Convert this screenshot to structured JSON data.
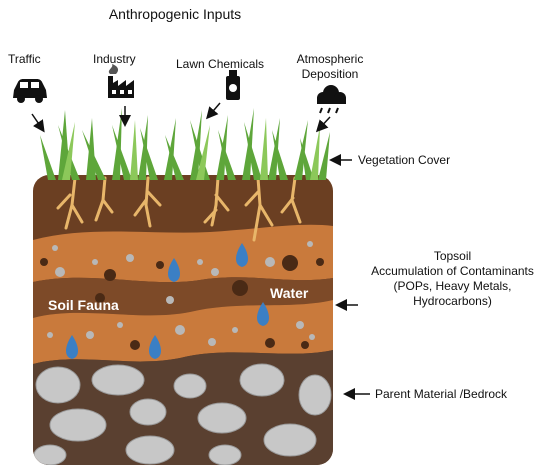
{
  "title": "Anthropogenic Inputs",
  "inputs": [
    {
      "label": "Traffic",
      "icon": "car-icon"
    },
    {
      "label": "Industry",
      "icon": "factory-icon"
    },
    {
      "label": "Lawn Chemicals",
      "icon": "spray-can-icon"
    },
    {
      "label": "Atmospheric Deposition",
      "icon": "rain-cloud-icon"
    }
  ],
  "layers": {
    "vegetation": "Vegetation Cover",
    "topsoil_title": "Topsoil",
    "topsoil_line1": "Accumulation of Contaminants",
    "topsoil_line2": "(POPs, Heavy Metals,",
    "topsoil_line3": "Hydrocarbons)",
    "bedrock": "Parent Material /Bedrock"
  },
  "soil_labels": {
    "fauna": "Soil Fauna",
    "water": "Water"
  },
  "colors": {
    "dark_soil": "#6b3f22",
    "mid_soil": "#7d4a28",
    "orange_soil": "#c97a3c",
    "grass": "#5ea63a",
    "root": "#e8b66a",
    "water_drop": "#3b7fc4",
    "pebble": "#b8b8b8",
    "rock": "#c7c7c7",
    "bedrock_bg": "#5a4030"
  }
}
